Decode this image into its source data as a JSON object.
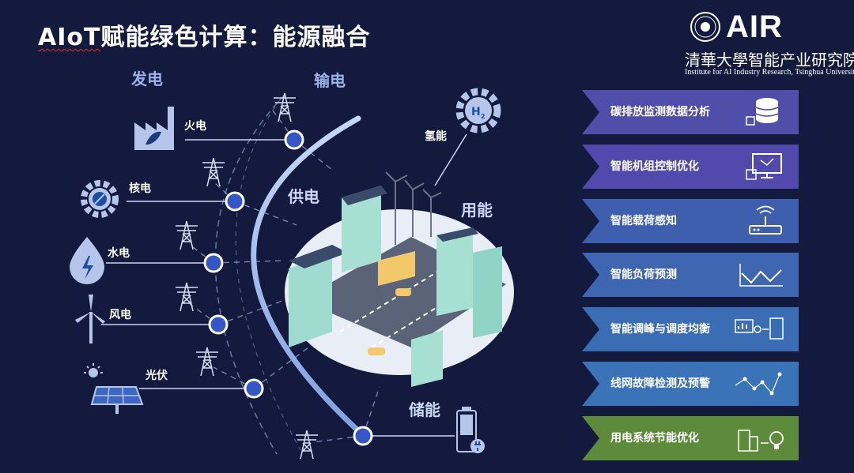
{
  "title": {
    "part1": "AIoT",
    "part2": "赋能绿色计算：能源融合"
  },
  "logo": {
    "brand": "AIR",
    "chinese": "清華大學智能产业研究院",
    "english": "Institute for AI Industry Research,  Tsinghua University"
  },
  "stages": {
    "generation": "发电",
    "transmission": "输电",
    "supply": "供电",
    "consumption": "用能",
    "storage": "储能",
    "hydrogen": "氢能"
  },
  "sources": [
    "火电",
    "核电",
    "水电",
    "风电",
    "光伏"
  ],
  "functions": [
    {
      "label": "碳排放监测数据分析",
      "icon": "database-icon",
      "color": "#4f4ea8"
    },
    {
      "label": "智能机组控制优化",
      "icon": "monitor-control-icon",
      "color": "#5149ab"
    },
    {
      "label": "智能载荷感知",
      "icon": "wireless-router-icon",
      "color": "#3e5fad"
    },
    {
      "label": "智能负荷预测",
      "icon": "trend-chart-icon",
      "color": "#3f66b1"
    },
    {
      "label": "智能调峰与调度均衡",
      "icon": "dispatch-icon",
      "color": "#3b6db5"
    },
    {
      "label": "线网故障检测及预警",
      "icon": "network-graph-icon",
      "color": "#3b73b8"
    },
    {
      "label": "用电系统节能优化",
      "icon": "building-bulb-icon",
      "color": "#5e8b3b"
    }
  ],
  "colors": {
    "background": "#131a3d",
    "arc": "#8fb3ee",
    "node": "#3556c4",
    "icon": "#b6c6ea"
  }
}
